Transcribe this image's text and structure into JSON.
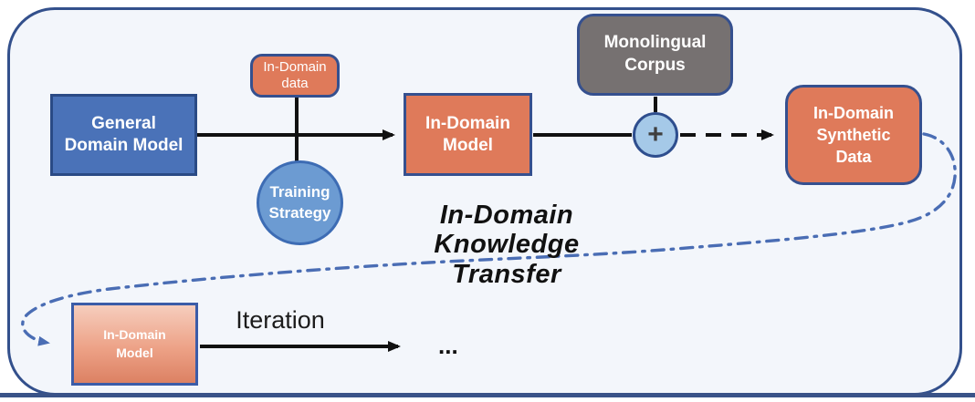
{
  "diagram": {
    "title": "In-Domain\nKnowledge\nTransfer",
    "nodes": {
      "general_domain_model": {
        "label": "General\nDomain Model",
        "fill": "#4a72b8"
      },
      "in_domain_data": {
        "label": "In-Domain\ndata",
        "fill": "#df7a5a"
      },
      "training_strategy": {
        "label": "Training\nStrategy",
        "fill": "#6c9bd2"
      },
      "in_domain_model": {
        "label": "In-Domain\nModel",
        "fill": "#df7a5a"
      },
      "monolingual_corpus": {
        "label": "Monolingual\nCorpus",
        "fill": "#767171"
      },
      "plus_operator": {
        "label": "+",
        "fill": "#a5c9e8"
      },
      "in_domain_synthetic_data": {
        "label": "In-Domain\nSynthetic\nData",
        "fill": "#df7a5a"
      },
      "in_domain_model_iterated": {
        "label": "In-Domain\nModel",
        "fill_top": "#f6cdbd",
        "fill_bottom": "#dc8163"
      }
    },
    "labels": {
      "iteration": "Iteration",
      "ellipsis": "..."
    },
    "colors": {
      "frame_border": "#33508c",
      "canvas_background": "#f3f6fb",
      "arrow_black": "#111111",
      "feedback_curve_blue": "#4a6db4",
      "box_border_blue": "#35508f"
    }
  }
}
